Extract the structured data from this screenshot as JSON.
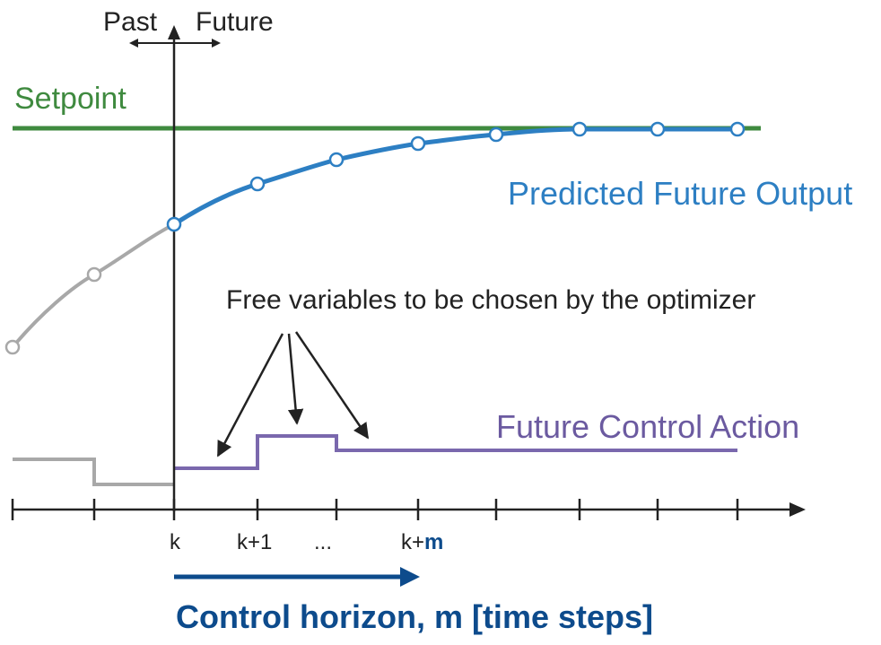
{
  "labels": {
    "past": "Past",
    "future": "Future",
    "setpoint": "Setpoint",
    "predicted_output": "Predicted Future Output",
    "free_variables": "Free variables to be chosen by the optimizer",
    "future_control_action": "Future Control Action",
    "control_horizon": "Control horizon, m [time steps]"
  },
  "ticks": {
    "k": "k",
    "k_plus_1": "k+1",
    "ellipsis": "...",
    "k_plus_prefix": "k+",
    "m": "m"
  },
  "colors": {
    "setpoint": "#3f8a3f",
    "predicted": "#2d7fc3",
    "past": "#a8a8a8",
    "control": "#7a68ad",
    "horizon": "#0d4b8c",
    "axis": "#222222"
  }
}
